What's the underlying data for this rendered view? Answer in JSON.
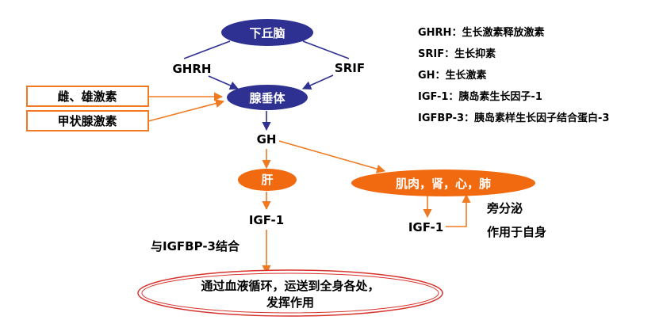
{
  "nodes": {
    "hypothalamus": "下丘脑",
    "ghrh": "GHRH",
    "srif": "SRIF",
    "pituitary": "腺垂体",
    "sex_hormones": "雌、雄激素",
    "thyroid_hormones": "甲状腺激素",
    "gh": "GH",
    "liver": "肝",
    "organs": "肌肉，肾，心，肺",
    "igf1_liver": "IGF-1",
    "igfbp3_binding": "与IGFBP-3结合",
    "igf1_local": "IGF-1",
    "paracrine": "旁分泌",
    "autocrine": "作用于自身",
    "circulation_line1": "通过血液循环，运送到全身各处，",
    "circulation_line2": "发挥作用"
  },
  "legend": [
    "GHRH：生长激素释放激素",
    "SRIF：生长抑素",
    "GH：生长激素",
    "IGF-1：胰岛素生长因子-1",
    "IGFBP-3：胰岛素样生长因子结合蛋白-3"
  ],
  "colors": {
    "blue_node": "#2e3192",
    "orange_node": "#f26a10",
    "orange_line": "#f07a22",
    "blue_line": "#2e3192",
    "ellipse_border": "#d7332d"
  }
}
